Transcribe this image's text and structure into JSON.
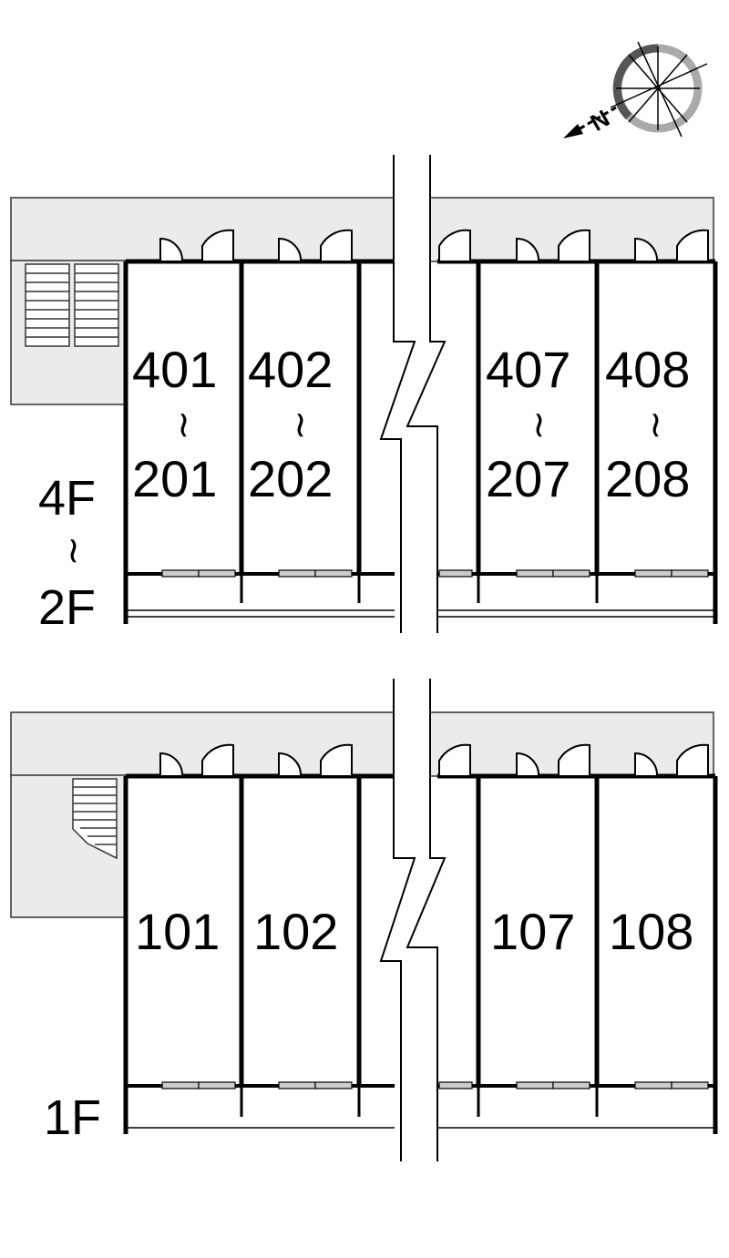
{
  "compass": {
    "north_label": "N",
    "icon": "compass-rose-icon"
  },
  "upper_floors": {
    "floor_top": "4F",
    "range_mark": "~",
    "floor_bottom": "2F",
    "units": [
      {
        "top": "401",
        "mark": "~",
        "bottom": "201"
      },
      {
        "top": "402",
        "mark": "~",
        "bottom": "202"
      },
      {
        "top": "407",
        "mark": "~",
        "bottom": "207"
      },
      {
        "top": "408",
        "mark": "~",
        "bottom": "208"
      }
    ]
  },
  "ground_floor": {
    "floor": "1F",
    "units": [
      "101",
      "102",
      "107",
      "108"
    ]
  },
  "colors": {
    "corridor": "#ebebeb",
    "wall": "#000000",
    "compass_dark": "#555555",
    "compass_light": "#aaaaaa"
  }
}
